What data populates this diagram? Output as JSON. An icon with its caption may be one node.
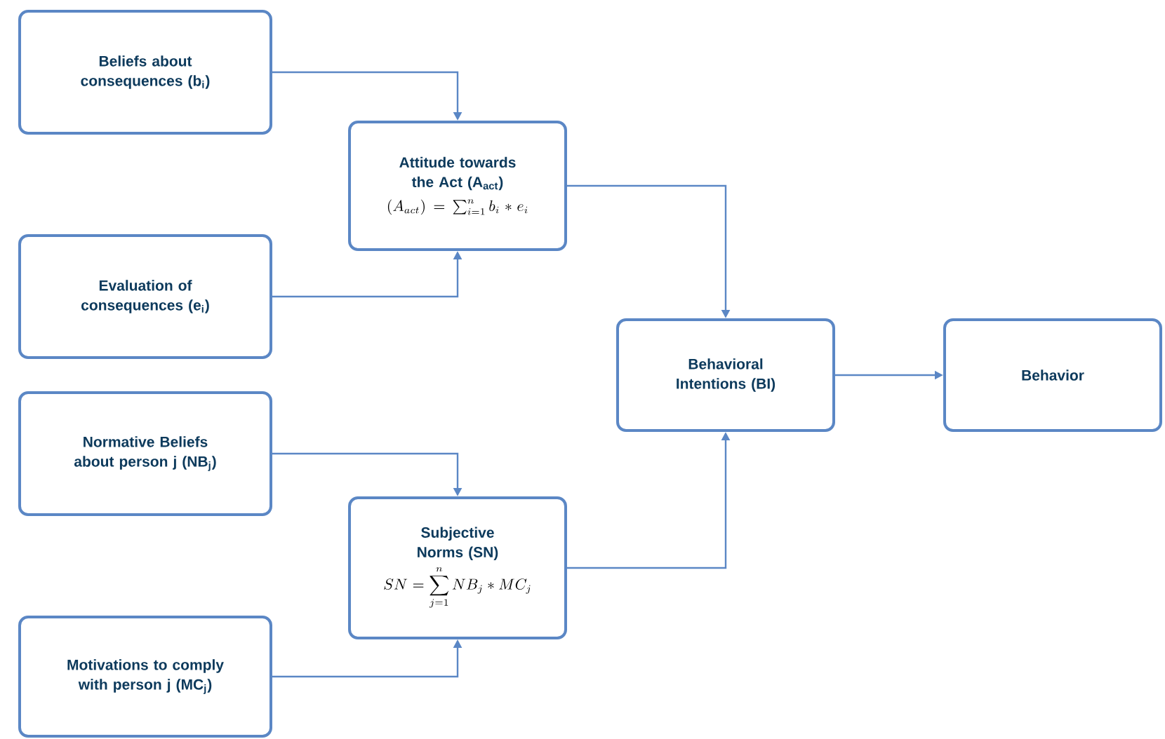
{
  "diagram": {
    "nodes": [
      {
        "text": [
          "Beliefs about consequences (b$_{i}$)"
        ]
      },
      {
        "text": [
          "Attitude towards the Act (A$_{act}$)",
          "(A_{act}) = \\sum\\nolimits_{i=1}^{n} b_i * e_i"
        ]
      },
      {
        "text": [
          "Evaluation of consequences (e$_{i}$)"
        ]
      },
      {
        "text": [
          "Normative Beliefs about person j (NB$_{j}$)"
        ]
      },
      {
        "text": [
          "Subjective Norms (SN)",
          "SN = \\sum_{j=1}^{n} NB_j * MC_j"
        ]
      },
      {
        "text": [
          "Motivations to comply with person j (MC$_{j}$)"
        ]
      },
      {
        "text": [
          "Behavioral Intentions (BI)"
        ]
      },
      {
        "text": [
          "Behavior"
        ]
      }
    ],
    "edges": [
      {
        "from": 0,
        "to": 1,
        "arrow": "to"
      },
      {
        "from": 2,
        "to": 1,
        "arrow": "to"
      },
      {
        "from": 1,
        "to": 6,
        "arrow": "to"
      },
      {
        "from": 3,
        "to": 4,
        "arrow": "to"
      },
      {
        "from": 5,
        "to": 4,
        "arrow": "to"
      },
      {
        "from": 4,
        "to": 6,
        "arrow": "to"
      },
      {
        "from": 6,
        "to": 7,
        "arrow": "to"
      }
    ]
  }
}
